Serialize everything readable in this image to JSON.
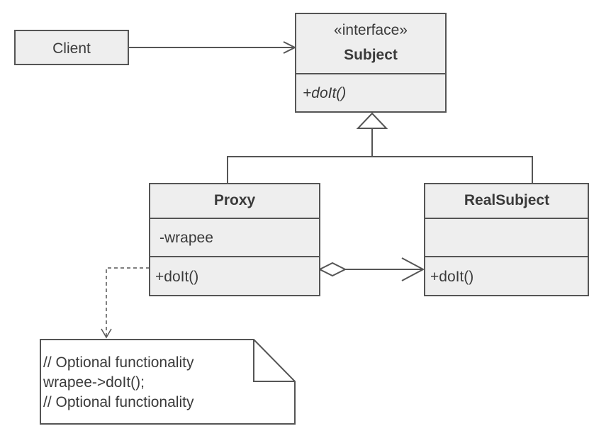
{
  "client": {
    "label": "Client"
  },
  "subject": {
    "stereotype": "«interface»",
    "name": "Subject",
    "method": "+doIt()"
  },
  "proxy": {
    "name": "Proxy",
    "field": "-wrapee",
    "method": "+doIt()"
  },
  "real_subject": {
    "name": "RealSubject",
    "method": "+doIt()"
  },
  "note": {
    "lines": [
      "// Optional functionality",
      "wrapee->doIt();",
      "// Optional functionality"
    ]
  }
}
